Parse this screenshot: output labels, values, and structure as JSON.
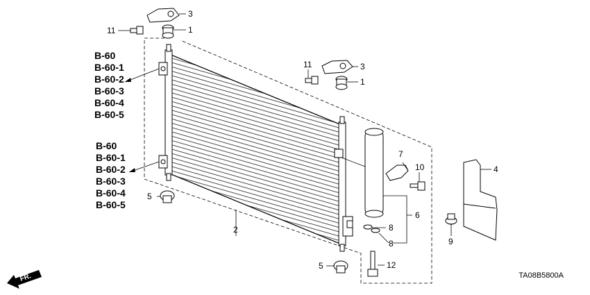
{
  "diagram_code": "TA08B5800A",
  "ref_groups": [
    {
      "label_lines": [
        "B-60",
        "B-60-1",
        "B-60-2",
        "B-60-3",
        "B-60-4",
        "B-60-5"
      ]
    },
    {
      "label_lines": [
        "B-60",
        "B-60-1",
        "B-60-2",
        "B-60-3",
        "B-60-4",
        "B-60-5"
      ]
    }
  ],
  "direction_label": "FR.",
  "callouts": {
    "c1a": "1",
    "c1b": "1",
    "c2": "2",
    "c3a": "3",
    "c3b": "3",
    "c4": "4",
    "c5a": "5",
    "c5b": "5",
    "c6": "6",
    "c7": "7",
    "c8a": "8",
    "c8b": "8",
    "c9": "9",
    "c10": "10",
    "c11a": "11",
    "c11b": "11",
    "c12": "12"
  }
}
